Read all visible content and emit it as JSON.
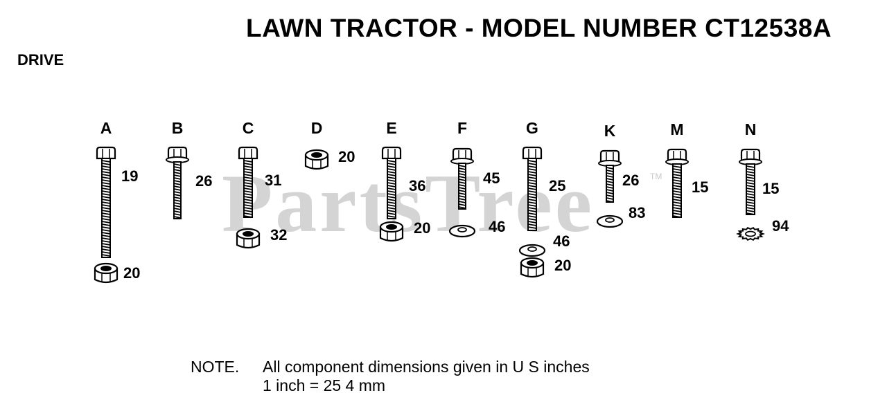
{
  "title": "LAWN TRACTOR - MODEL NUMBER CT12538A",
  "section": "DRIVE",
  "watermark": "PartsTree",
  "watermark_mark": "TM",
  "columns": [
    {
      "letter": "A",
      "parts": [
        {
          "kind": "hex-bolt-long",
          "ref": "19"
        },
        {
          "kind": "lock-nut",
          "ref": "20"
        }
      ]
    },
    {
      "letter": "B",
      "parts": [
        {
          "kind": "flange-bolt-short",
          "ref": "26"
        }
      ]
    },
    {
      "letter": "C",
      "parts": [
        {
          "kind": "hex-bolt",
          "ref": "31"
        },
        {
          "kind": "lock-nut",
          "ref": "32"
        }
      ]
    },
    {
      "letter": "D",
      "parts": [
        {
          "kind": "lock-nut",
          "ref": "20"
        }
      ]
    },
    {
      "letter": "E",
      "parts": [
        {
          "kind": "hex-bolt",
          "ref": "36"
        },
        {
          "kind": "lock-nut",
          "ref": "20"
        }
      ]
    },
    {
      "letter": "F",
      "parts": [
        {
          "kind": "flange-bolt-short",
          "ref": "45"
        },
        {
          "kind": "flat-washer",
          "ref": "46"
        }
      ]
    },
    {
      "letter": "G",
      "parts": [
        {
          "kind": "hex-bolt",
          "ref": "25"
        },
        {
          "kind": "flat-washer",
          "ref": "46"
        },
        {
          "kind": "lock-nut",
          "ref": "20"
        }
      ]
    },
    {
      "letter": "K",
      "parts": [
        {
          "kind": "flange-bolt-short",
          "ref": "26"
        },
        {
          "kind": "flat-washer",
          "ref": "83"
        }
      ]
    },
    {
      "letter": "M",
      "parts": [
        {
          "kind": "flange-bolt",
          "ref": "15"
        }
      ]
    },
    {
      "letter": "N",
      "parts": [
        {
          "kind": "flange-bolt",
          "ref": "15"
        },
        {
          "kind": "star-washer",
          "ref": "94"
        }
      ]
    }
  ],
  "note": {
    "label": "NOTE.",
    "line1": "All component dimensions given in U  S  inches",
    "line2": "1 inch = 25 4 mm"
  }
}
